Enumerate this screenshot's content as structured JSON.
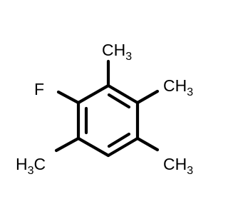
{
  "molecule": {
    "fluorine": {
      "symbol": "F",
      "color": "#7b1f7b"
    },
    "methyl_top": {
      "main": "CH",
      "sub": "3"
    },
    "methyl_right_upper": {
      "main": "CH",
      "sub": "3"
    },
    "methyl_right_lower": {
      "main": "CH",
      "sub": "3"
    },
    "methyl_left_lower": {
      "pre": "H",
      "sub": "3",
      "post": "C"
    }
  }
}
